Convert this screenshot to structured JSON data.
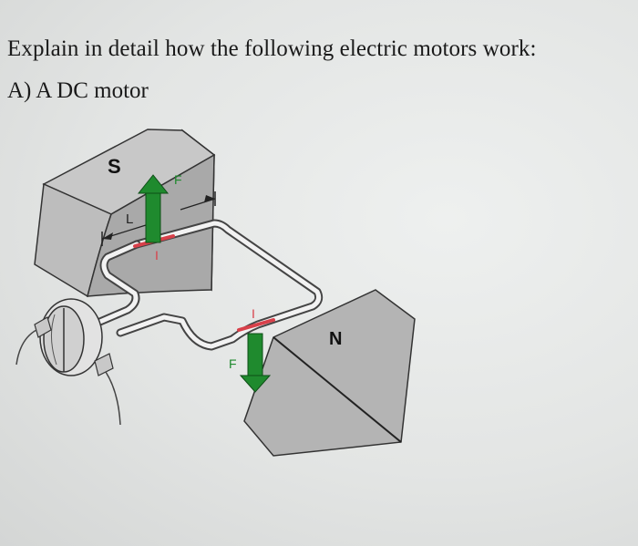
{
  "question": {
    "title": "Explain in detail how the following electric motors work:",
    "part_a": "A) A DC motor"
  },
  "diagram": {
    "south_pole_label": "S",
    "north_pole_label": "N",
    "force_label_top": "F",
    "force_label_bottom": "F",
    "length_label": "L",
    "current_label_top": "I",
    "current_label_bottom": "I",
    "colors": {
      "magnet": "#bdbdbd",
      "magnet_face": "#a9a9a9",
      "force_arrow": "#1f8a2e",
      "current_marker": "#d8404a",
      "wire": "#f2f2f2"
    }
  }
}
